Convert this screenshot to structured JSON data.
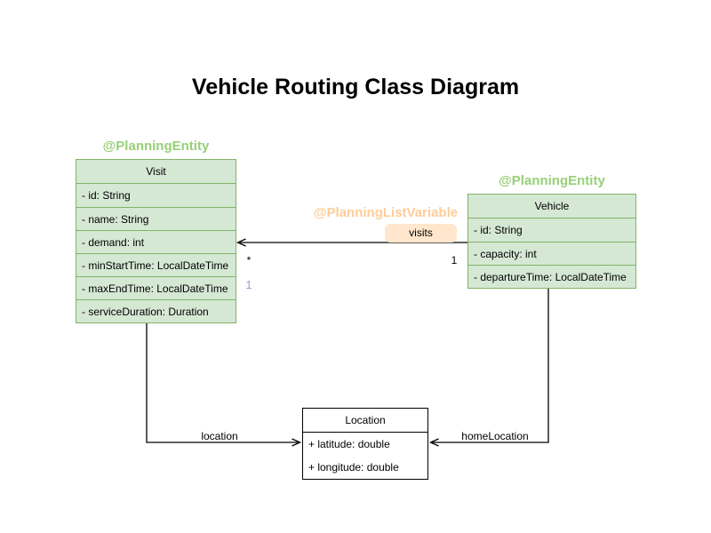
{
  "diagram": {
    "title": "Vehicle Routing Class Diagram"
  },
  "annotations": {
    "visit_entity": "@PlanningEntity",
    "vehicle_entity": "@PlanningEntity",
    "planning_list_variable": "@PlanningListVariable"
  },
  "classes": {
    "visit": {
      "name": "Visit",
      "attributes": [
        "- id: String",
        "- name: String",
        "- demand: int",
        "- minStartTime: LocalDateTime",
        "- maxEndTime: LocalDateTime",
        "- serviceDuration: Duration"
      ]
    },
    "vehicle": {
      "name": "Vehicle",
      "attributes": [
        "- id: String",
        "- capacity: int",
        "- departureTime: LocalDateTime"
      ]
    },
    "location": {
      "name": "Location",
      "attributes": [
        "+ latitude: double",
        "+ longitude: double"
      ]
    }
  },
  "edges": {
    "visits": {
      "label": "visits",
      "source_multiplicity": "1",
      "target_multiplicity": "*",
      "index_label": "1"
    },
    "location": {
      "label": "location"
    },
    "home_location": {
      "label": "homeLocation"
    }
  },
  "colors": {
    "entity_fill": "#d5e8d4",
    "entity_stroke": "#82b366",
    "entity_annotation_text": "#97d077",
    "list_variable_annotation_text": "#ffcc99",
    "visits_label_bg": "#ffe6cc",
    "index_label_text": "#a29bd1",
    "edge_stroke": "#000000"
  }
}
